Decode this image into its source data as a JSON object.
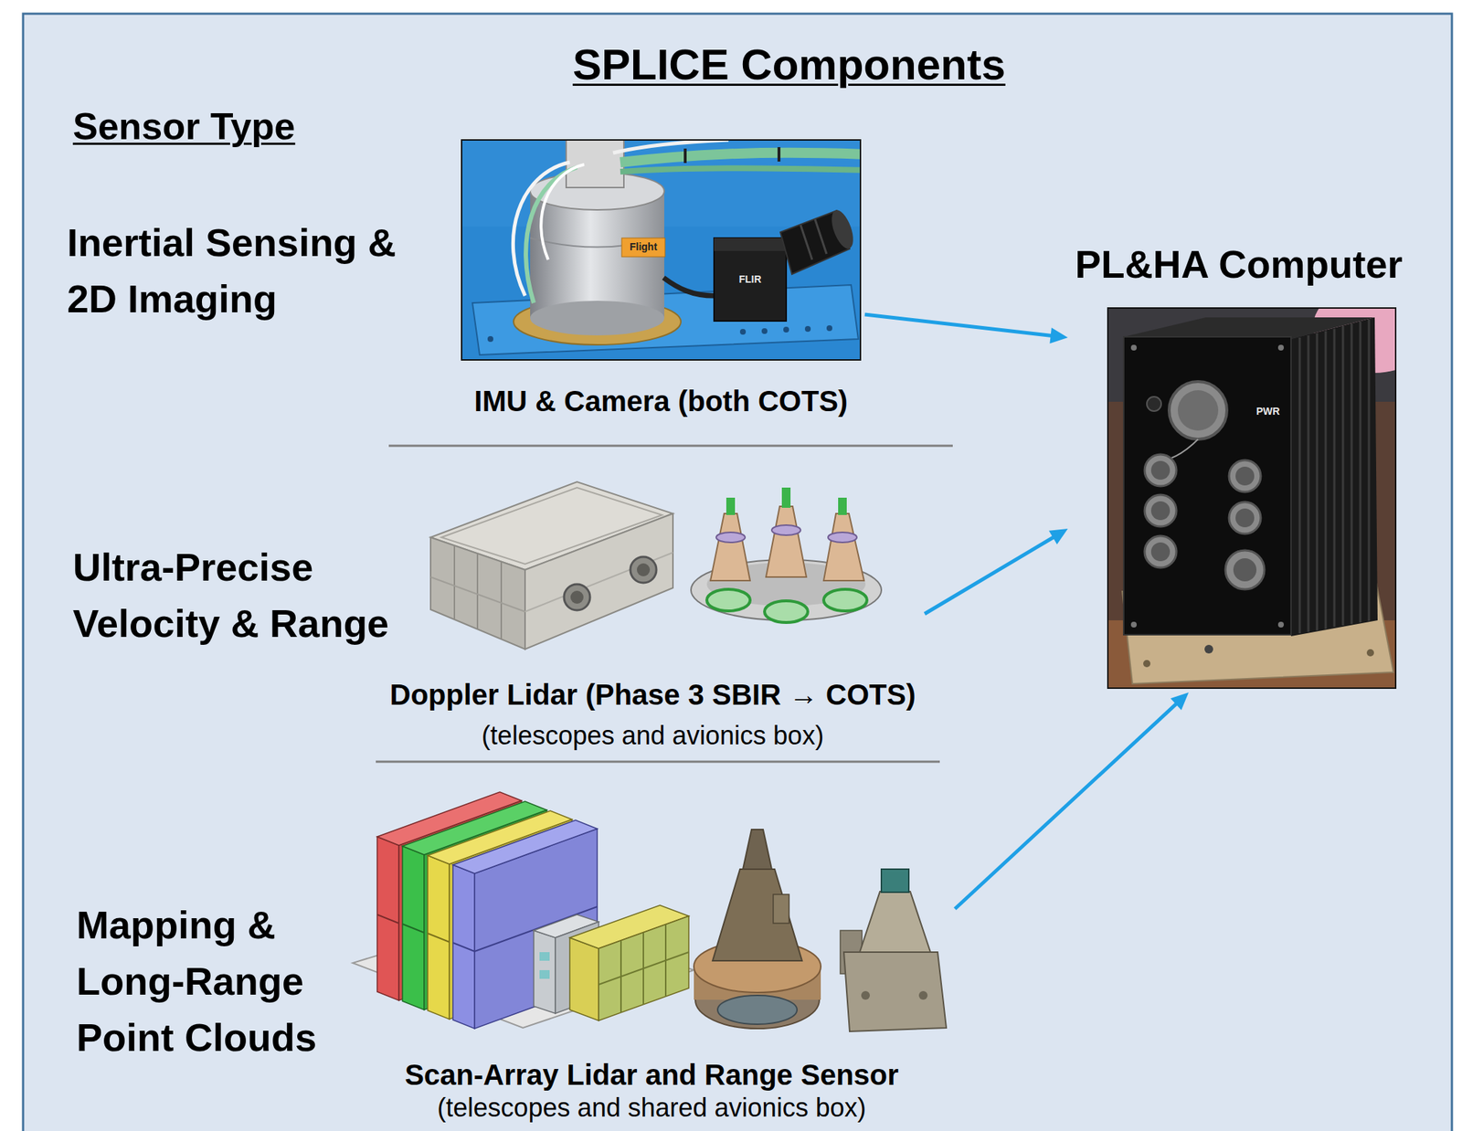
{
  "diagram": {
    "title": "SPLICE Components",
    "nodes": [
      {
        "text": [
          "IMU & Camera (both COTS)"
        ]
      },
      {
        "text": [
          "Doppler Lidar (Phase 3 SBIR → COTS)",
          "(telescopes and avionics box)"
        ]
      },
      {
        "text": [
          "Scan-Array Lidar and Range Sensor",
          "(telescopes and shared avionics box)"
        ]
      },
      {
        "text": [
          "PL&HA Computer"
        ]
      }
    ],
    "edges": [
      {
        "from": 0,
        "to": 3,
        "arrow": "to"
      },
      {
        "from": 1,
        "to": 3,
        "arrow": "to"
      },
      {
        "from": 2,
        "to": 3,
        "arrow": "to"
      }
    ],
    "labels": [
      "Sensor Type",
      "Inertial Sensing & 2D Imaging",
      "Ultra-Precise Velocity & Range",
      "Mapping & Long-Range Point Clouds",
      "Flight",
      "FLIR",
      "PWR"
    ]
  }
}
